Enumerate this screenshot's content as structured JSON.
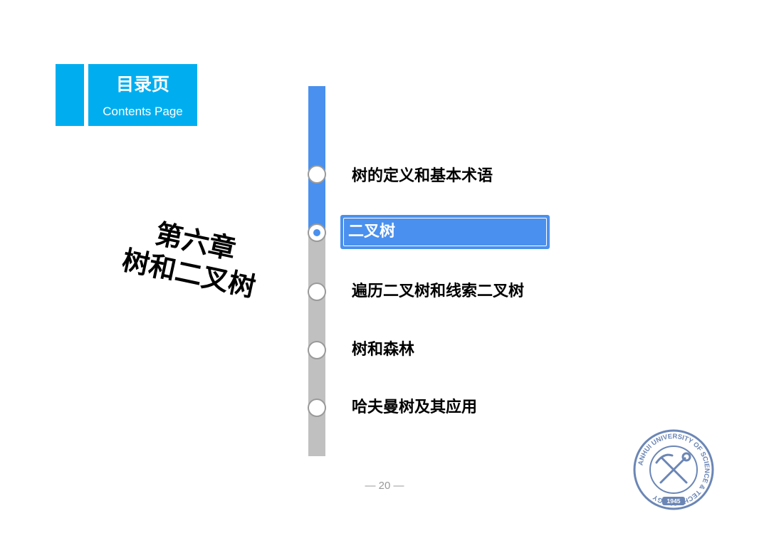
{
  "header": {
    "title": "目录页",
    "subtitle": "Contents Page"
  },
  "chapter": {
    "title": "第六章",
    "subtitle": "树和二叉树"
  },
  "toc": {
    "items": [
      {
        "label": "树的定义和基本术语",
        "active": false
      },
      {
        "label": "二叉树",
        "active": true
      },
      {
        "label": "遍历二叉树和线索二叉树",
        "active": false
      },
      {
        "label": "树和森林",
        "active": false
      },
      {
        "label": "哈夫曼树及其应用",
        "active": false
      }
    ]
  },
  "footer": {
    "page_number": "— 20 —"
  },
  "seal": {
    "ring_text": "ANHUI UNIVERSITY OF SCIENCE & TECHNOLOGY",
    "year": "1945",
    "icon": "hammer-pick-seal-icon"
  },
  "colors": {
    "accent_cyan": "#00aef0",
    "accent_blue": "#4a90ee",
    "rail_gray": "#c0c0c0",
    "seal_blue": "#6b86b5"
  }
}
